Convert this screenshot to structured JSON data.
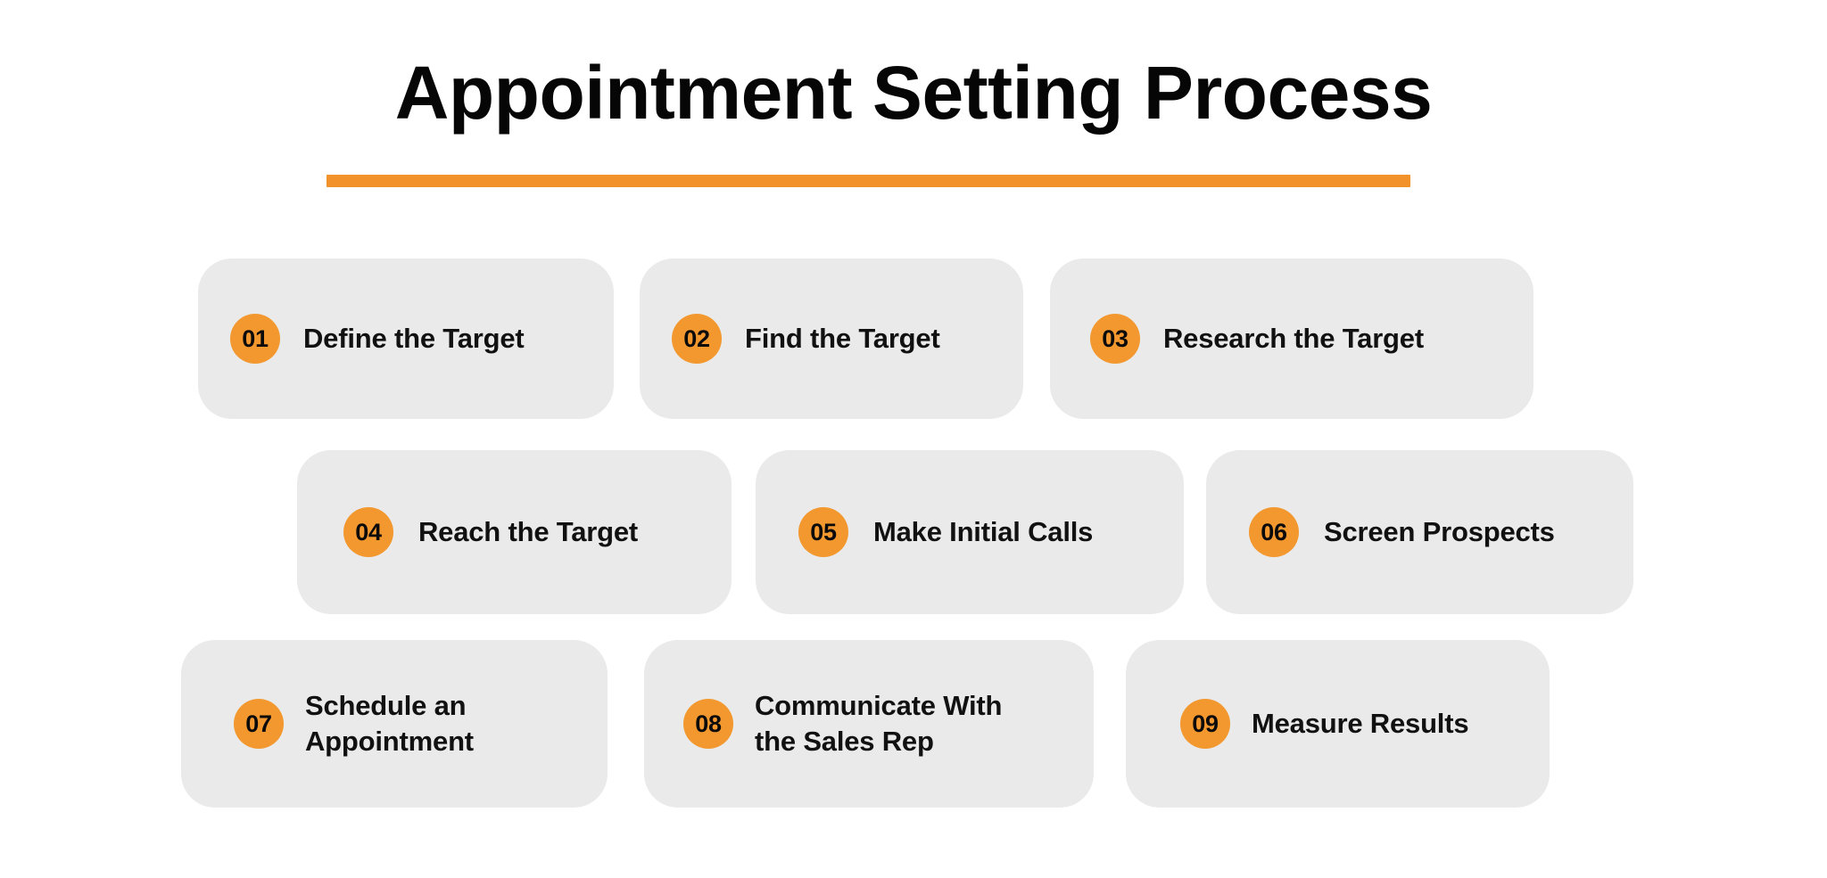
{
  "header": {
    "title": "Appointment Setting Process"
  },
  "theme": {
    "accent": "#F2922B",
    "badge_fill": "#F2982F",
    "card_background": "#EAEAEA",
    "page_background": "#FFFFFF",
    "text_color": "#111111"
  },
  "steps": [
    {
      "number": "01",
      "label": "Define the Target"
    },
    {
      "number": "02",
      "label": "Find the Target"
    },
    {
      "number": "03",
      "label": "Research the Target"
    },
    {
      "number": "04",
      "label": "Reach the Target"
    },
    {
      "number": "05",
      "label": "Make Initial Calls"
    },
    {
      "number": "06",
      "label": "Screen Prospects"
    },
    {
      "number": "07",
      "label": "Schedule an\nAppointment"
    },
    {
      "number": "08",
      "label": "Communicate With\nthe Sales Rep"
    },
    {
      "number": "09",
      "label": "Measure Results"
    }
  ]
}
